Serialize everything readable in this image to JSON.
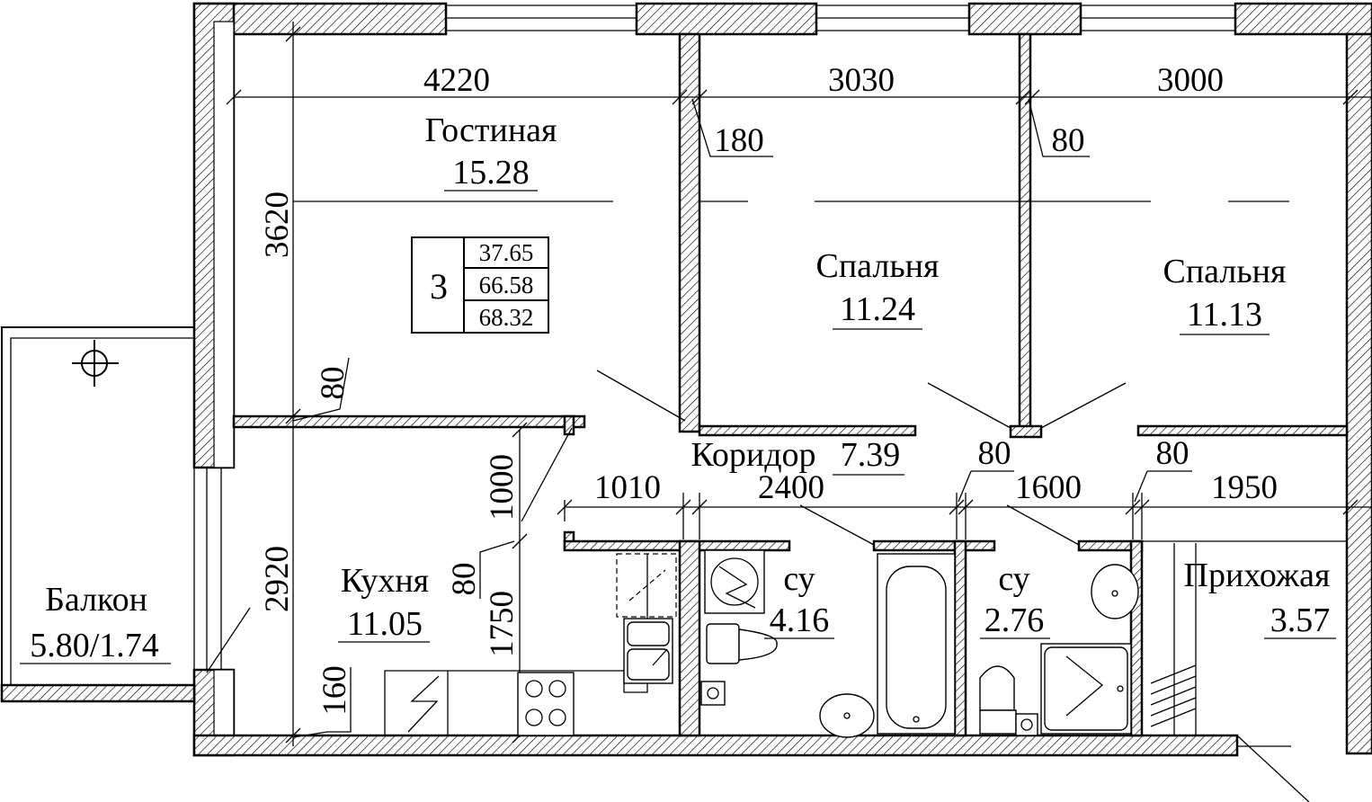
{
  "colors": {
    "line": "#000000",
    "background": "#ffffff"
  },
  "rooms": {
    "living": {
      "name": "Гостиная",
      "area": "15.28"
    },
    "bed1": {
      "name": "Спальня",
      "area": "11.24"
    },
    "bed2": {
      "name": "Спальня",
      "area": "11.13"
    },
    "kitchen": {
      "name": "Кухня",
      "area": "11.05"
    },
    "corridor": {
      "name": "Коридор",
      "area": "7.39"
    },
    "bath1": {
      "name": "су",
      "area": "4.16"
    },
    "bath2": {
      "name": "су",
      "area": "2.76"
    },
    "hall": {
      "name": "Прихожая",
      "area": "3.57"
    },
    "balcony": {
      "name": "Балкон",
      "area": "5.80/1.74"
    }
  },
  "summary": {
    "rooms_count": "3",
    "living_area": "37.65",
    "total_area": "66.58",
    "total_with_balcony": "68.32"
  },
  "dimensions": {
    "top_living": "4220",
    "top_bed1": "3030",
    "top_bed2": "3000",
    "wall_180": "180",
    "wall_80_a": "80",
    "living_height": "3620",
    "wall_80_b": "80",
    "kitchen_1000": "1000",
    "kitchen_1010": "1010",
    "corr_2400": "2400",
    "corr_80_a": "80",
    "corr_1600": "1600",
    "corr_80_b": "80",
    "corr_1950": "1950",
    "kitchen_2920": "2920",
    "kitchen_80": "80",
    "kitchen_1750": "1750",
    "kitchen_160": "160"
  },
  "icons": {
    "north": "crosshair-icon"
  }
}
